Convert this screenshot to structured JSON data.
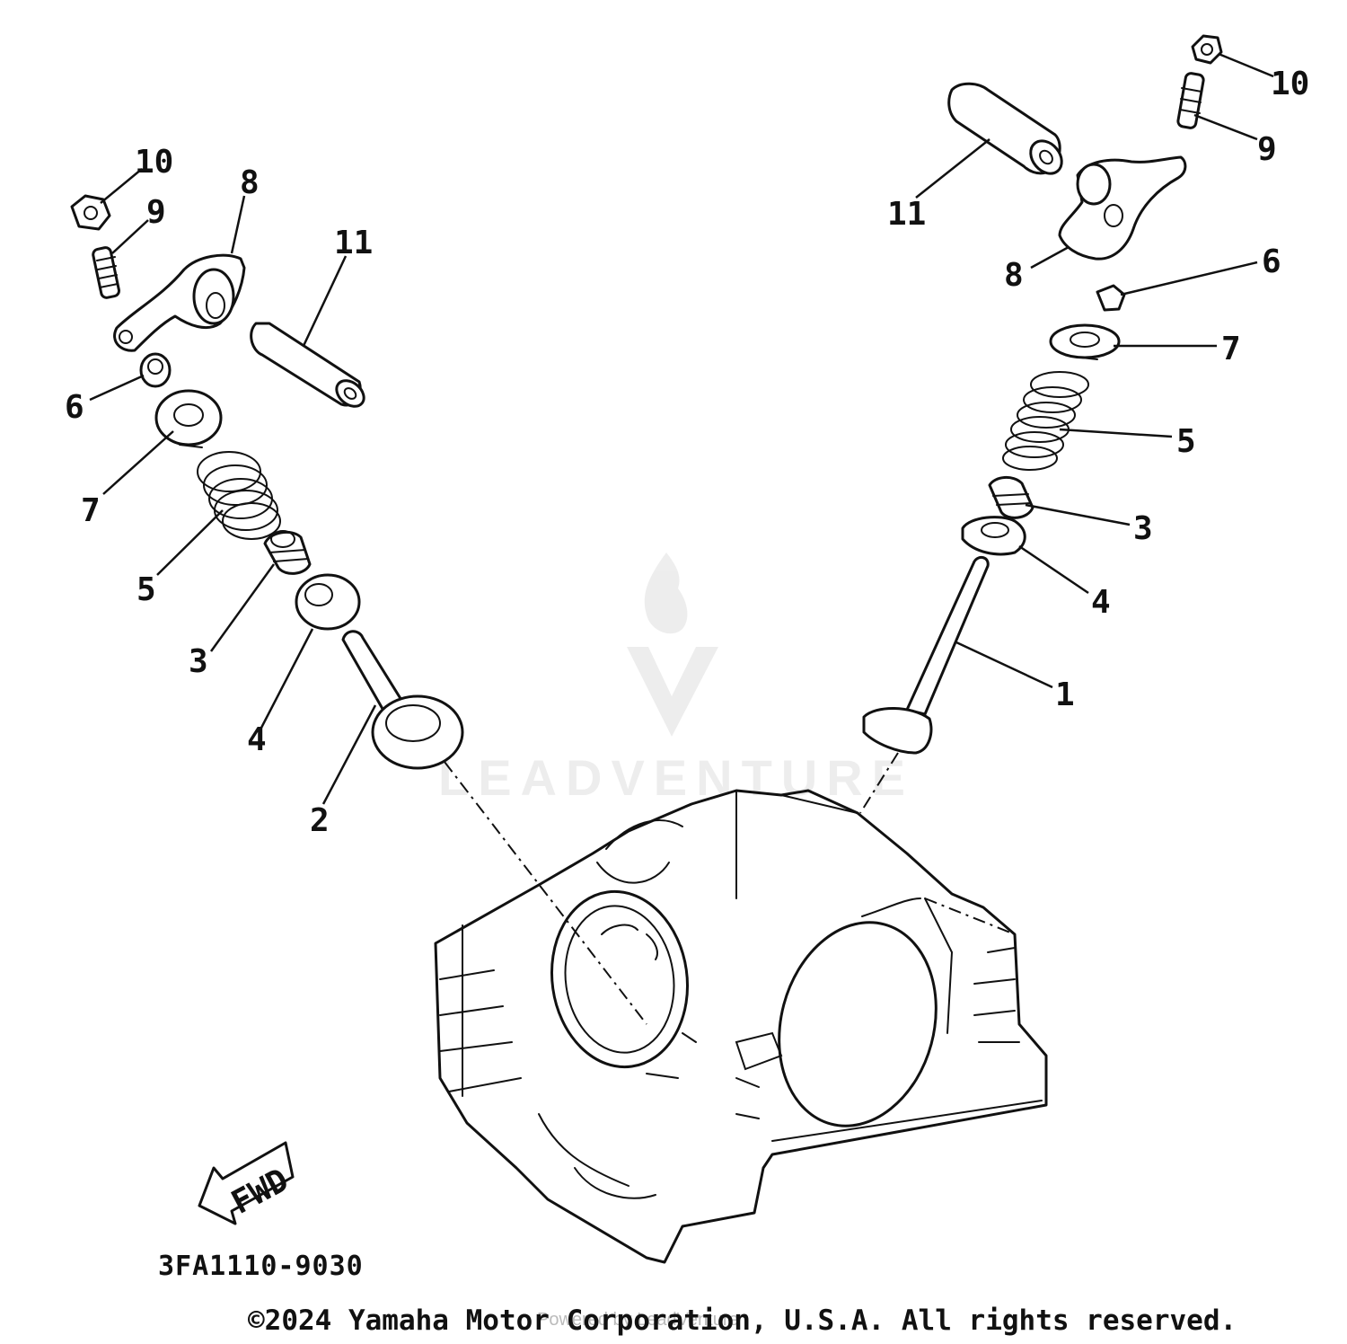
{
  "diagram": {
    "callouts_left": {
      "p10": "10",
      "p9": "9",
      "p8": "8",
      "p11": "11",
      "p6": "6",
      "p7": "7",
      "p5": "5",
      "p3": "3",
      "p4": "4",
      "p2": "2"
    },
    "callouts_right": {
      "p10": "10",
      "p9": "9",
      "p11": "11",
      "p8": "8",
      "p6": "6",
      "p7": "7",
      "p5": "5",
      "p3": "3",
      "p4": "4",
      "p1": "1"
    },
    "fwd_label": "FWD",
    "part_code": "3FA1110-9030",
    "watermark_text": "LEADVENTURE",
    "powered_by": "Powered by LeadVenture",
    "copyright": "©2024 Yamaha Motor Corporation, U.S.A. All rights reserved."
  }
}
